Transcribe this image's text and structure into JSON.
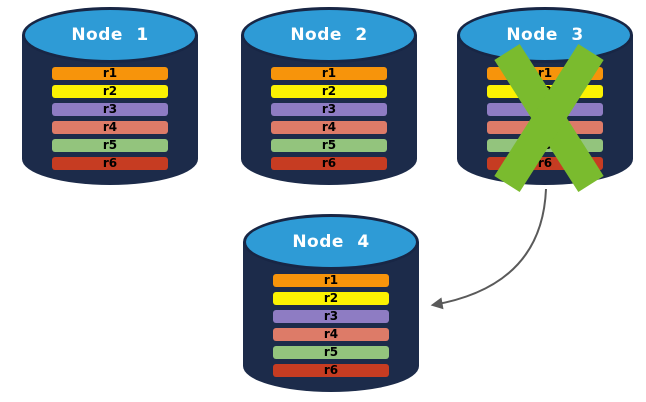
{
  "diagram": {
    "background": "#FFFFFF",
    "replicas": [
      {
        "label": "r1",
        "color": "#F7940B"
      },
      {
        "label": "r2",
        "color": "#FBF202"
      },
      {
        "label": "r3",
        "color": "#8E7CC3"
      },
      {
        "label": "r4",
        "color": "#DD7B68"
      },
      {
        "label": "r5",
        "color": "#93C47D"
      },
      {
        "label": "r6",
        "color": "#C63C22"
      }
    ],
    "nodes": [
      {
        "title": "Node 1",
        "failed": false
      },
      {
        "title": "Node 2",
        "failed": false
      },
      {
        "title": "Node 3",
        "failed": true
      },
      {
        "title": "Node 4",
        "failed": false
      }
    ],
    "colors": {
      "cylinder_body": "#1C2B4A",
      "cylinder_top": "#2E9BD6",
      "cylinder_outline": "#182645",
      "node_title_text": "#FFFFFF",
      "replica_label_text": "#000000",
      "failure_x": "#7ABB2E",
      "arrow": "#5A5A5A"
    }
  }
}
